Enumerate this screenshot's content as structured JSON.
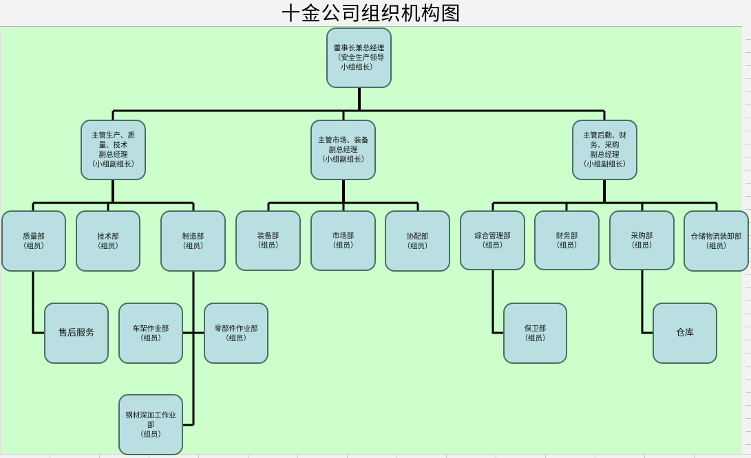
{
  "title": "十金公司组织机构图",
  "chart": {
    "root": {
      "id": "chairman",
      "label": "董事长兼总经理\n（安全生产领导小组组长）"
    },
    "vice_presidents": [
      {
        "id": "vp-production",
        "label": "主管生产、质量、技术\n副总经理\n（小组副组长）"
      },
      {
        "id": "vp-market",
        "label": "主管市场、装备\n副总经理\n（小组副组长）"
      },
      {
        "id": "vp-logistics",
        "label": "主管后勤、财务、采购\n副总经理\n（小组副组长）"
      }
    ],
    "departments": [
      {
        "id": "quality",
        "parent": "vp-production",
        "label": "质量部\n（组员）"
      },
      {
        "id": "technology",
        "parent": "vp-production",
        "label": "技术部\n（组员）"
      },
      {
        "id": "manufacturing",
        "parent": "vp-production",
        "label": "制造部\n（组员）"
      },
      {
        "id": "equipment",
        "parent": "vp-market",
        "label": "装备部\n（组员）"
      },
      {
        "id": "market",
        "parent": "vp-market",
        "label": "市场部\n（组员）"
      },
      {
        "id": "coordination",
        "parent": "vp-market",
        "label": "协配部\n（组员）"
      },
      {
        "id": "general-admin",
        "parent": "vp-logistics",
        "label": "综合管理部\n（组员）"
      },
      {
        "id": "finance",
        "parent": "vp-logistics",
        "label": "财务部\n（组员）"
      },
      {
        "id": "purchasing",
        "parent": "vp-logistics",
        "label": "采购部\n（组员）"
      },
      {
        "id": "warehouse-logistics",
        "parent": "vp-logistics",
        "label": "仓储物流装卸部\n（组员）"
      }
    ],
    "sub_units": [
      {
        "id": "after-sales",
        "parent": "quality",
        "label": "售后服务"
      },
      {
        "id": "frame-workshop",
        "parent": "manufacturing",
        "label": "车架作业部\n（组员）"
      },
      {
        "id": "parts-workshop",
        "parent": "manufacturing",
        "label": "零部件作业部\n（组员）"
      },
      {
        "id": "steel-workshop",
        "parent": "manufacturing",
        "label": "钢材深加工作业部\n（组员）"
      },
      {
        "id": "security",
        "parent": "general-admin",
        "label": "保卫部\n（组员）"
      },
      {
        "id": "warehouse",
        "parent": "purchasing",
        "label": "仓库"
      }
    ]
  }
}
